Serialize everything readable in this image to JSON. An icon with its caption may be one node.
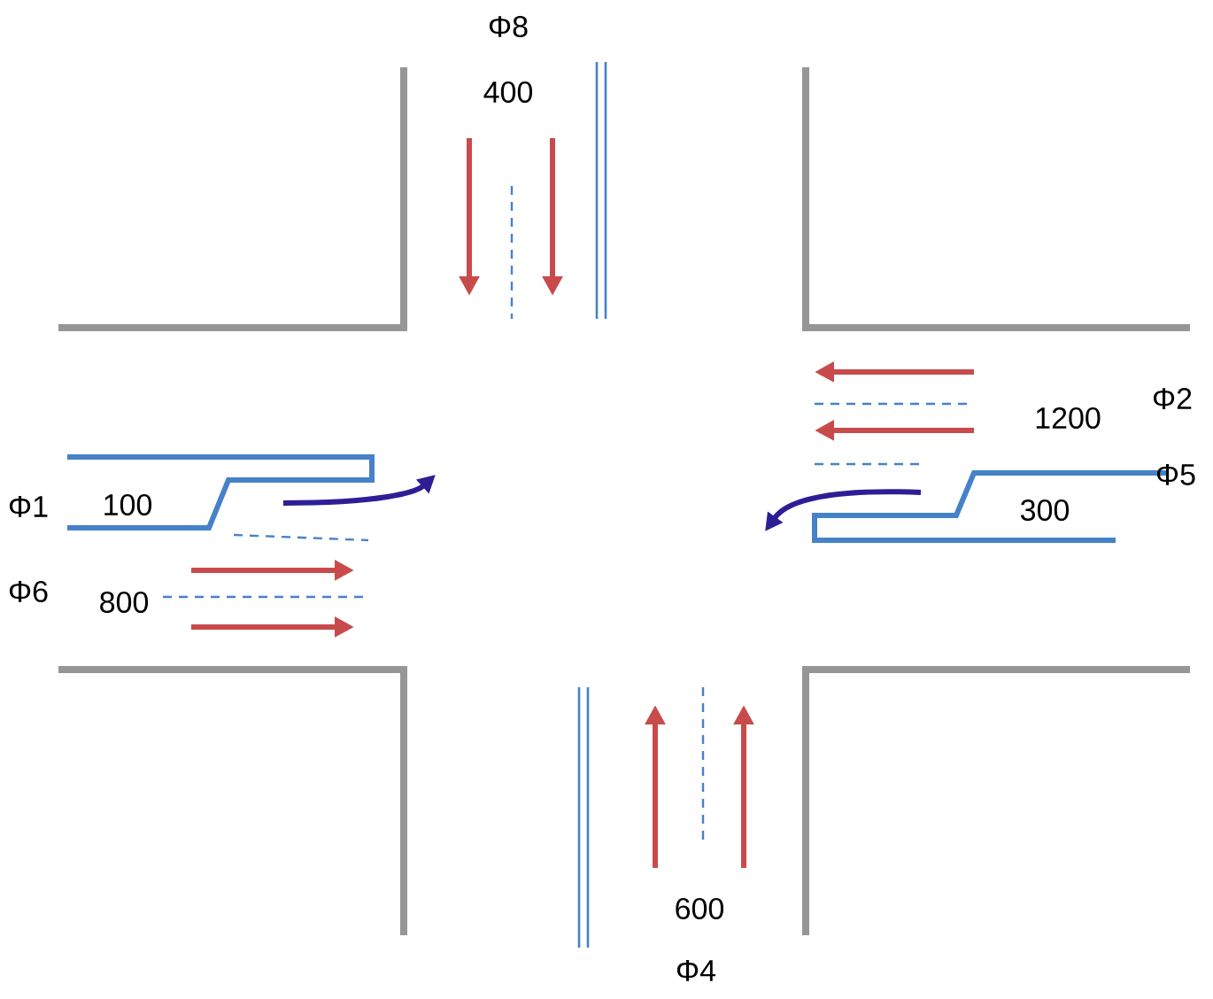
{
  "diagram": {
    "labels": [
      "Φ8",
      "400",
      "Φ2",
      "1200",
      "Φ5",
      "Φ1",
      "100",
      "300",
      "Φ6",
      "800",
      "600",
      "Φ4"
    ]
  }
}
